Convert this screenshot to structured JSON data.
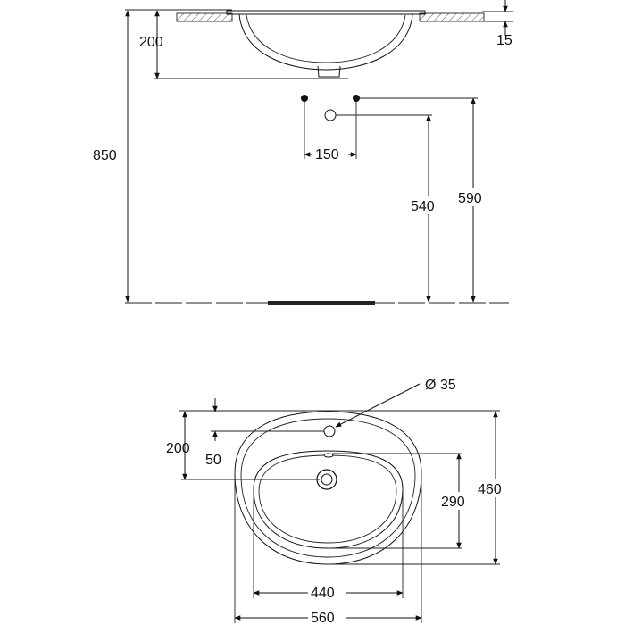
{
  "drawing": {
    "side_view": {
      "dim_height_total": "850",
      "dim_bowl_depth": "200",
      "dim_counter_thickness": "15",
      "dim_tap_spacing": "150",
      "dim_waste_height": "540",
      "dim_supply_height": "590"
    },
    "top_view": {
      "dim_tap_hole": "Ø 35",
      "dim_drain_offset": "200",
      "dim_tap_offset": "50",
      "dim_inner_depth": "290",
      "dim_outer_depth": "460",
      "dim_inner_width": "440",
      "dim_outer_width": "560"
    }
  }
}
